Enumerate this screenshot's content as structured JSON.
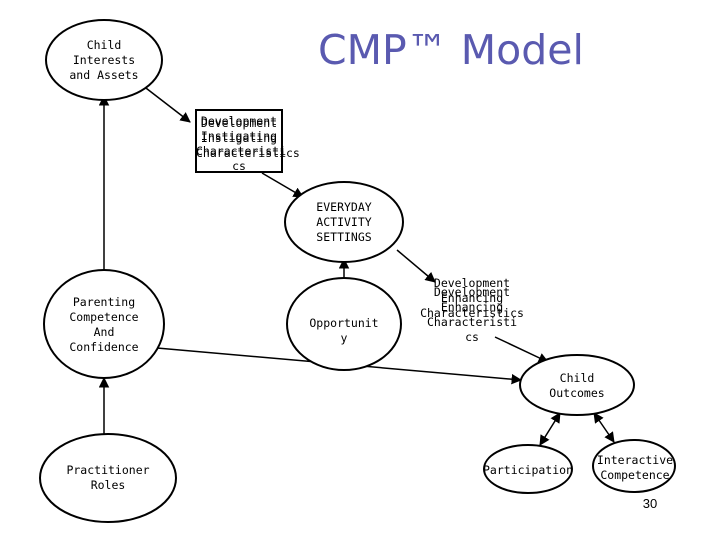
{
  "title": "CMP™ Model",
  "nodes": {
    "child_interests": "Child\nInterests\nand Assets",
    "dev_instigating_a": "Development\nInstigating\nCharacteristi\ncs",
    "dev_instigating_b": "Development\nInstigating\nCharacteristics",
    "everyday_settings": "EVERYDAY\nACTIVITY\nSETTINGS",
    "parenting": "Parenting\nCompetence\nAnd\nConfidence",
    "opportunity": "Opportunit\ny",
    "dev_enhancing_a": "Development\nEnhancing\nCharacteristics",
    "dev_enhancing_b": "Development\nEnhancing\nCharacteristi\ncs",
    "child_outcomes": "Child\nOutcomes",
    "practitioner": "Practitioner\nRoles",
    "participation": "Participation",
    "interactive": "Interactive\nCompetence"
  },
  "page_number": "30"
}
